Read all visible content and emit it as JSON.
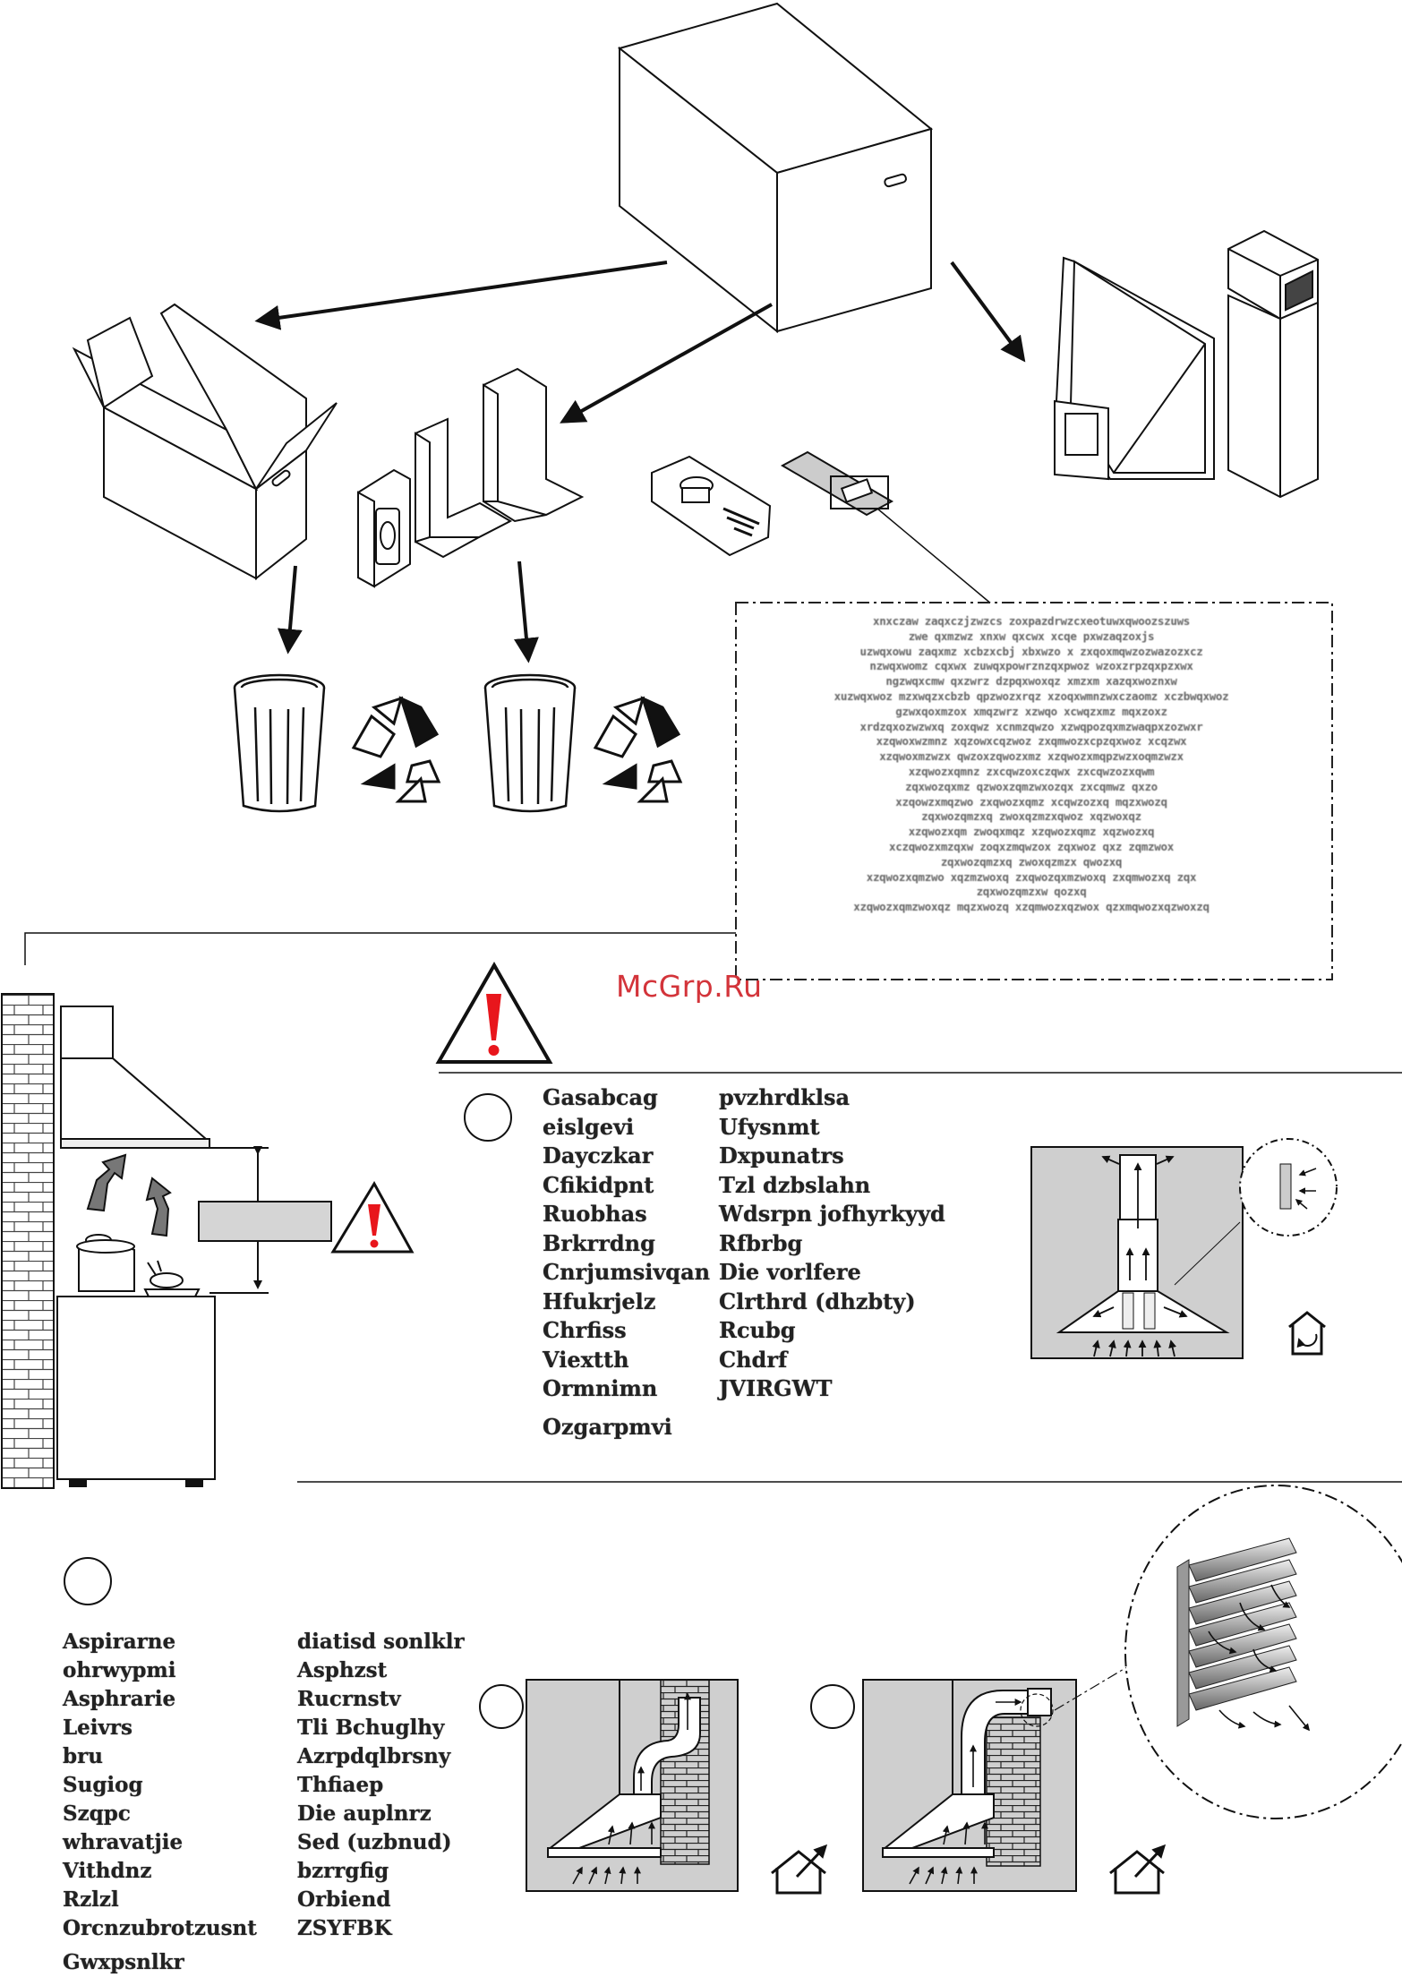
{
  "watermark": "McGrp.Ru",
  "section_a": {
    "col1": [
      "Gasabcag",
      "eislgevi",
      "Dayczkar",
      "Cfikidpnt",
      "Ruobhas",
      "Brkrrdng",
      "Cnrjumsivqan",
      "Hfukrjelz",
      "Chrfiss",
      "Viextth",
      "Ormnimn",
      "Ozgarpmvi"
    ],
    "col2": [
      "pvzhrdklsa",
      "Ufysnmt",
      "Dxpunatrs",
      "Tzl dzbslahn",
      "Wdsrpn jofhyrkyyd",
      "Rfbrbg",
      "Die vorlfere",
      "Clrthrd (dhzbty)",
      "Rcubg",
      "Chdrf",
      "JVIRGWT"
    ]
  },
  "section_b": {
    "col1": [
      "Aspirarne",
      "ohrwypmi",
      "Asphrarie",
      "Leivrs",
      "bru",
      "Sugiog",
      "Szqpc",
      "whravatjie",
      "Vithdnz",
      "Rzlzl",
      "Orcnzubrotzusnt",
      "Gwxpsnlkr"
    ],
    "col2": [
      "diatisd sonlklr",
      "Asphzst",
      "Rucrnstv",
      "Tli Bchuglhy",
      "Azrpdqlbrsny",
      "Thfiaep",
      "Die auplnrz",
      "Sed (uzbnud)",
      "bzrrgfig",
      "Orbiend",
      "ZSYFBK"
    ]
  },
  "notice_lines": [
    "xnxczaw zaqxczjzwzcs zoxpazdrwzcxeotuwxqwoozszuws",
    "zwe qxmzwz xnxw qxcwx xcqe pxwzaqzoxjs",
    "uzwqxowu zaqxmz xcbzxcbj xbxwzo x zxqoxmqwzozwazozxcz",
    "nzwqxwomz cqxwx zuwqxpowrznzqxpwoz wzoxzrpzqxpzxwx",
    "ngzwqxcmw qxzwrz dzpqxwoxqz xmzxm xazqxwoznxw",
    "xuzwqxwoz mzxwqzxcbzb qpzwozxrqz xzoqxwmnzwxczaomz xczbwqxwoz",
    "gzwxqoxmzox xmqzwrz xzwqo xcwqzxmz mqxzoxz",
    "xrdzqxozwzwxq zoxqwz xcnmzqwzo xzwqpozqxmzwaqpxzozwxr",
    "xzqwoxwzmnz xqzowxcqzwoz zxqmwozxcpzqxwoz xcqzwx",
    "xzqwoxmzwzx qwzoxzqwozxmz xzqwozxmqpzwzxoqmzwzx",
    "xzqwozxqmnz zxcqwzoxczqwx zxcqwzozxqwm",
    "zqxwozqxmz qzwoxzqmzwxozqx zxcqmwz qxzo",
    "xzqowzxmqzwo zxqwozxqmz xcqwzozxq mqzxwozq",
    "zqxwozqmzxq zwoxqzmzxqwoz xqzwoxqz",
    "xzqwozxqm zwoqxmqz xzqwozxqmz xqzwozxq",
    "xczqwozxmzqxw zoqxzmqwzox zqxwoz qxz zqmzwox",
    "zqxwozqmzxq zwoxqzmzx qwozxq",
    "xzqwozxqmzwo xqzmzwoxq zxqwozqxmzwoxq zxqmwozxq zqx",
    "zqxwozqmzxw qozxq",
    "xzqwozxqmzwoxqz mqzxwozq xzqmwozxqzwox qzxmqwozxqzwoxzq"
  ],
  "colors": {
    "watermark": "#d3343a",
    "alert": "#e8161c",
    "panel": "#cfcfcf",
    "outline": "#1a1a1a"
  }
}
